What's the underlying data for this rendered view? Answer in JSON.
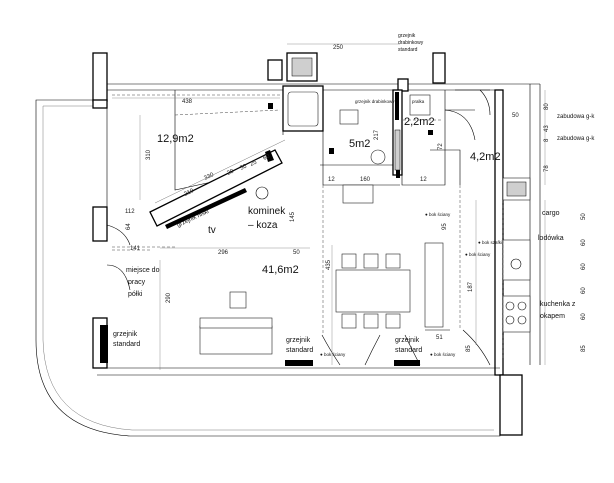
{
  "rooms": {
    "bedroom_area": "12,9m2",
    "bath_area": "5m2",
    "wc_area": "2,2m2",
    "hall_area": "4,2m2",
    "living_area": "41,6m2"
  },
  "labels": {
    "kominek": "kominek",
    "koza": "– koza",
    "tv": "tv",
    "grzejnik_niski": "grzejnik niski",
    "grzejnik_drabinkowy_top_1": "grzejnik",
    "grzejnik_drabinkowy_top_2": "drabinkowy",
    "grzejnik_drabinkowy_top_3": "standard",
    "grzejnik_drabinkowy_small": "grzejnik drabinkowy",
    "miejsce_1": "miejsce do",
    "miejsce_2": "pracy",
    "miejsce_3": "półki",
    "grzejnik_standard_1a": "grzejnik",
    "grzejnik_standard_1b": "standard",
    "grzejnik_standard_2a": "grzejnik",
    "grzejnik_standard_2b": "standard",
    "grzejnik_standard_3a": "grzejnik",
    "grzejnik_standard_3b": "standard",
    "zabudowa_1": "zabudowa g-k",
    "zabudowa_2": "zabudowa g-k",
    "cargo": "cargo",
    "lodowka": "lodówka",
    "kuchenka_1": "kuchenka z",
    "kuchenka_2": "okapem",
    "pralka": "pralka",
    "bok_tiny_1": "● bok ściany",
    "bok_tiny_2": "● bok szafki",
    "bok_tiny_3": "● bok ściany",
    "bok_tiny_4": "● bok ściany",
    "bok_tiny_5": "● bok ściany"
  },
  "dims": {
    "top_250": "250",
    "top_438": "438",
    "left_310": "310",
    "left_290": "290",
    "d_330": "330",
    "d_219": "219",
    "d_20": "20",
    "d_50a": "50",
    "d_25": "25",
    "d_60": "60",
    "d_112": "112",
    "d_141": "141",
    "d_64": "64",
    "d_145": "145",
    "d_296": "296",
    "d_50b": "50",
    "d_435": "435",
    "d_217": "217",
    "d_160": "160",
    "d_12a": "12",
    "d_12b": "12",
    "d_72": "72",
    "d_50c": "50",
    "d_95": "95",
    "d_187": "187",
    "d_51": "51",
    "d_85a": "85",
    "d_85b": "85",
    "r_80": "80",
    "r_43": "43",
    "r_8": "8",
    "r_78": "78",
    "r_50": "50",
    "r_60a": "60",
    "r_60b": "60",
    "r_60c": "60",
    "r_60d": "60"
  }
}
